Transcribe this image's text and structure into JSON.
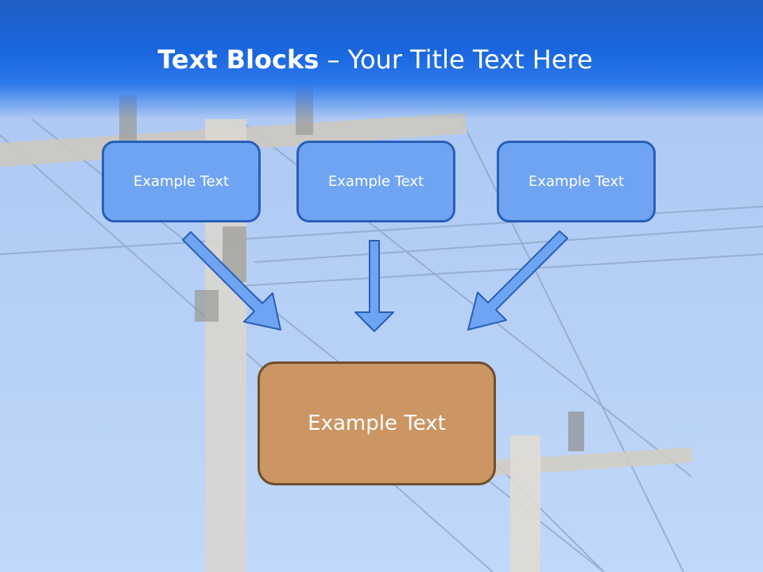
{
  "slide": {
    "title_bold": "Text Blocks",
    "title_rest": " – Your Title Text Here"
  },
  "blocks": [
    {
      "label": "Example Text"
    },
    {
      "label": "Example Text"
    },
    {
      "label": "Example Text"
    }
  ],
  "result_block": {
    "label": "Example Text"
  },
  "colors": {
    "title_bar": "#1a67e0",
    "small_block_fill": "#6fa4f2",
    "small_block_border": "#2a5fb8",
    "result_fill": "#cb9664",
    "result_border": "#6e4f2d",
    "arrow_fill": "#6fa4f2"
  },
  "icons": {
    "arrows": [
      "arrow-down-right-icon",
      "arrow-down-icon",
      "arrow-down-left-icon"
    ]
  }
}
